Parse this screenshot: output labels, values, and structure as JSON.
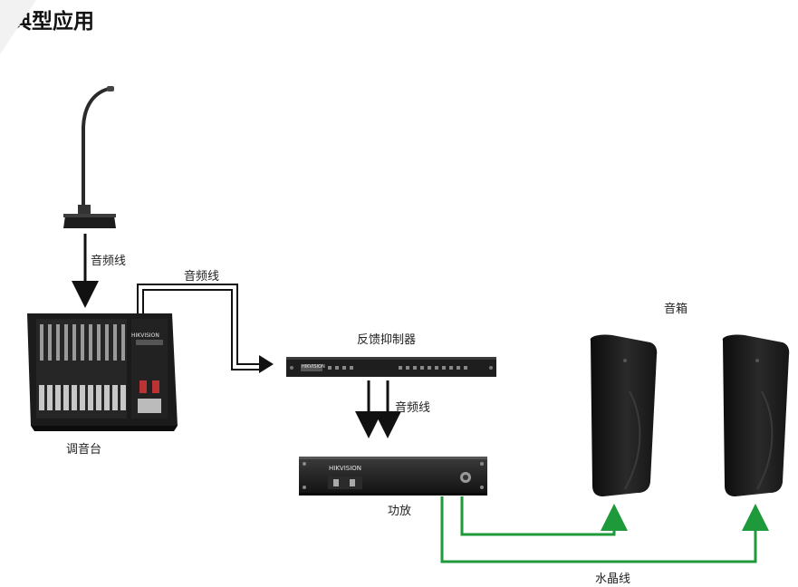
{
  "title": "典型应用",
  "labels": {
    "mic_to_mixer": "音频线",
    "mixer_to_feedback": "音频线",
    "feedback_to_amp": "音频线",
    "mixer": "调音台",
    "feedback_suppressor": "反馈抑制器",
    "amplifier": "功放",
    "speakers": "音箱",
    "crystal_cable": "水晶线"
  },
  "brand": "HIKVISION",
  "colors": {
    "green_cable": "#1e9a3a",
    "audio_cable": "#111111"
  }
}
